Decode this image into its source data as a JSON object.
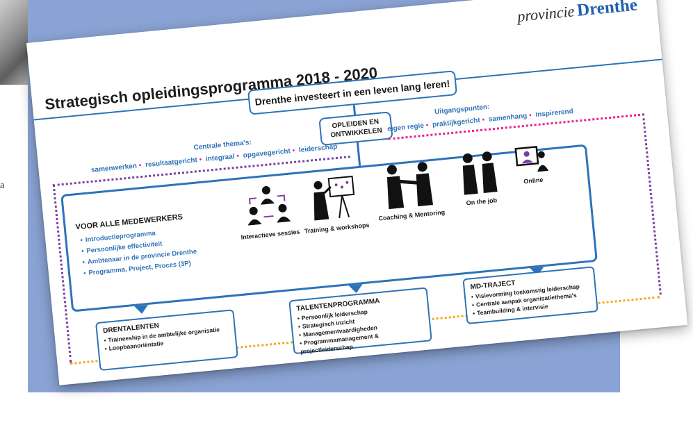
{
  "page": {
    "left_letter": "a"
  },
  "slide": {
    "logo_prefix": "provincie",
    "logo_name": "Drenthe",
    "title": "Strategisch opleidingsprogramma 2018 - 2020",
    "motto": "Drenthe investeert in een leven lang leren!",
    "core_line1": "OPLEIDEN EN",
    "core_line2": "ONTWIKKELEN",
    "themes_label": "Centrale thema's:",
    "themes": [
      "samenwerken",
      "resultaatgericht",
      "integraal",
      "opgavegericht",
      "leiderschap"
    ],
    "principles_label": "Uitgangspunten:",
    "principles": [
      "eigen regie",
      "praktijkgericht",
      "samenhang",
      "inspirerend"
    ],
    "all_staff": {
      "title": "VOOR ALLE MEDEWERKERS",
      "items": [
        "Introductieprogramma",
        "Persoonlijke effectiviteit",
        "Ambtenaar in de provincie Drenthe",
        "Programma, Project, Proces (3P)"
      ]
    },
    "activities": [
      {
        "label": "Interactieve sessies",
        "icon": "people-exchange-icon"
      },
      {
        "label": "Training & workshops",
        "icon": "presenter-board-icon"
      },
      {
        "label": "Coaching & Mentoring",
        "icon": "handshake-icon"
      },
      {
        "label": "On the job",
        "icon": "two-workers-icon"
      },
      {
        "label": "Online",
        "icon": "monitor-person-icon"
      }
    ],
    "drentalenten": {
      "title": "DRENTALENTEN",
      "items": [
        "Traineeship in de ambtelijke organisatie",
        "Loopbaanoriëntatie"
      ]
    },
    "talentenprogramma": {
      "title": "TALENTENPROGRAMMA",
      "items": [
        "Persoonlijk leiderschap",
        "Strategisch inzicht",
        "Managementvaardigheden",
        "Programmamanagement & projectleiderschap"
      ]
    },
    "md_traject": {
      "title": "MD-TRAJECT",
      "items": [
        "Visievorming toekomstig leiderschap",
        "Centrale aanpak organisatiethema's",
        "Teambuilding & intervisie"
      ]
    }
  },
  "colors": {
    "band": "#8aa3d4",
    "accent_blue": "#2e73b8",
    "dot_purple": "#7a3fa0",
    "dot_pink": "#e91e8c",
    "dot_orange": "#f2a81d"
  }
}
